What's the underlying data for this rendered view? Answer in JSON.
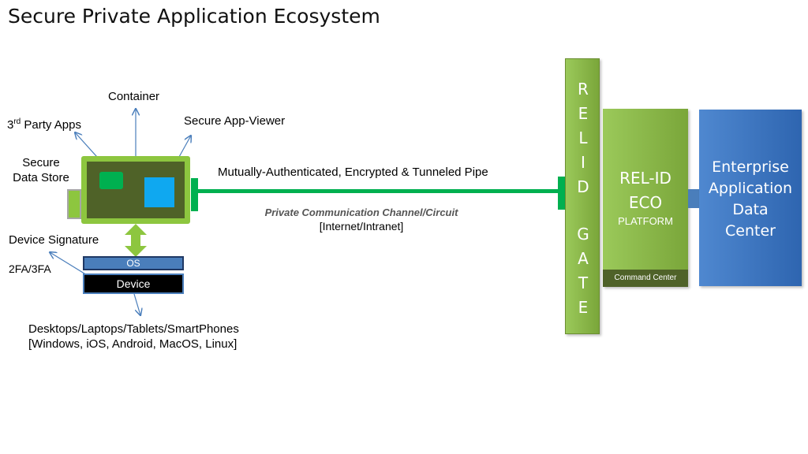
{
  "title": "Secure Private Application Ecosystem",
  "labels": {
    "container": "Container",
    "third_party_prefix": "3",
    "third_party_sup": "rd",
    "third_party_suffix": " Party Apps",
    "secure_app_viewer": "Secure App-Viewer",
    "secure_data_store_line1": "Secure",
    "secure_data_store_line2": "Data Store",
    "device_signature": "Device Signature",
    "two_factor": "2FA/3FA",
    "os": "OS",
    "device": "Device",
    "platforms_line1": "Desktops/Laptops/Tablets/SmartPhones",
    "platforms_line2": "[Windows, iOS, Android, MacOS, Linux]"
  },
  "pipe": {
    "label": "Mutually-Authenticated,  Encrypted & Tunneled Pipe",
    "channel": "Private Communication Channel/Circuit",
    "network": "[Internet/Intranet]"
  },
  "gate": {
    "letters": [
      "R",
      "E",
      "L",
      "I",
      "D",
      "G",
      "A",
      "T",
      "E"
    ]
  },
  "eco": {
    "line1": "REL-ID",
    "line2": "ECO",
    "line3": "PLATFORM",
    "command_center": "Command Center"
  },
  "enterprise": {
    "line1": "Enterprise",
    "line2": "Application",
    "line3": "Data",
    "line4": "Center"
  },
  "colors": {
    "green_light": "#8dc63f",
    "green_dark": "#4f6228",
    "green_pipe": "#00b050",
    "blue": "#4a7ebb",
    "cyan": "#0fa8f0",
    "arrow": "#4a7ebb"
  }
}
